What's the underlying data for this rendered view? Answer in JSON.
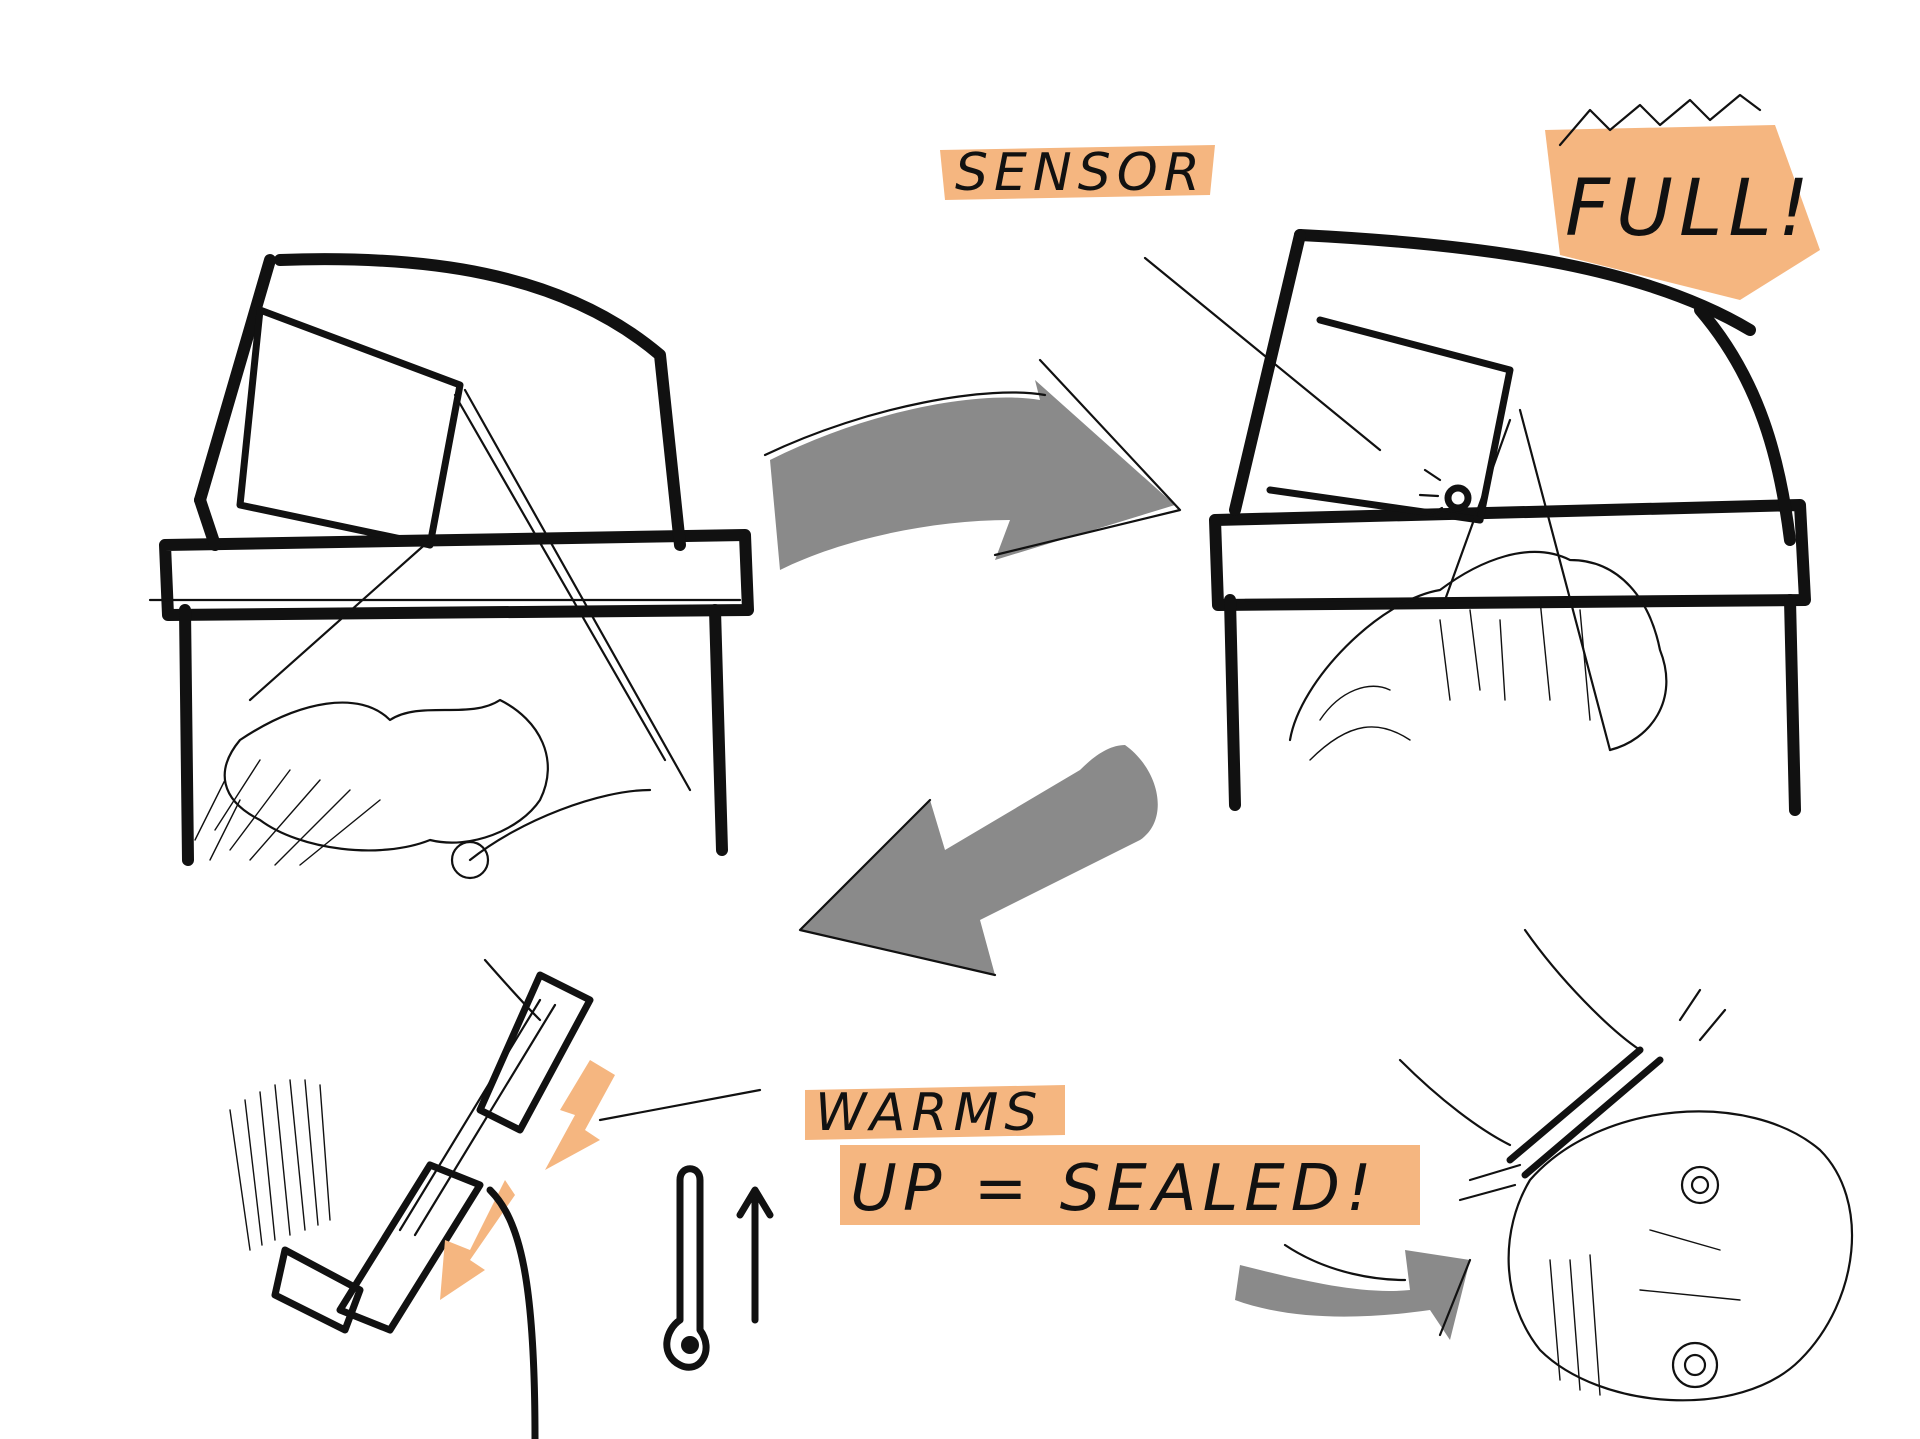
{
  "labels": {
    "sensor": "SENSOR",
    "full": "FULL!",
    "warms": "WARMS",
    "up_sealed": "UP = SEALED!"
  },
  "colors": {
    "highlight": "#f5b680",
    "arrow_gray": "#8a8a8a",
    "ink": "#111111"
  }
}
